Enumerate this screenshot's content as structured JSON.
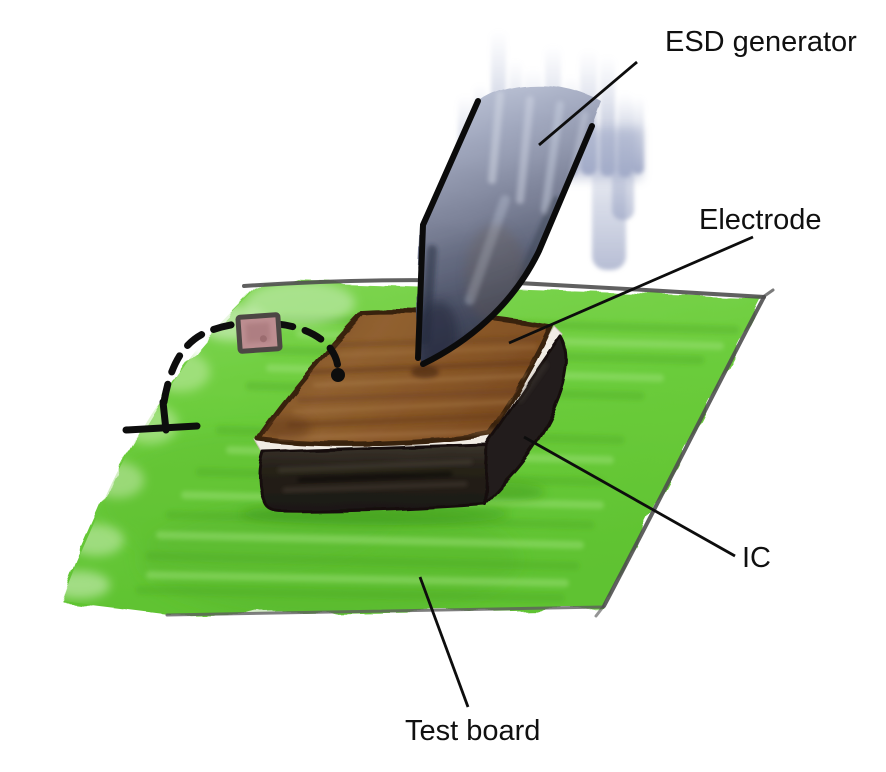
{
  "figure": {
    "labels": {
      "esd_generator": "ESD generator",
      "electrode": "Electrode",
      "ic": "IC",
      "test_board": "Test board"
    },
    "colors": {
      "board_green": "#6ecd3c",
      "board_outline": "#4f4f4f",
      "electrode_brown": "#8a5a2d",
      "electrode_outline": "#39200f",
      "ic_black": "#221e1a",
      "package_white": "#f1ece4",
      "probe_dark": "#2e3346",
      "probe_light": "#c2c9db",
      "component_pink": "#bd8e91",
      "component_border": "#4c4744",
      "ink": "#0d0d0d"
    }
  }
}
